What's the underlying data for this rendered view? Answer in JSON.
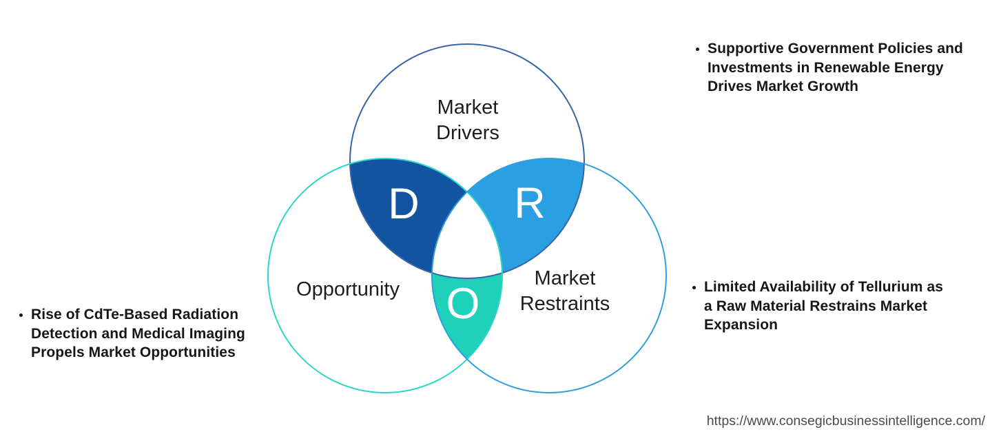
{
  "venn": {
    "drivers_label": "Market\nDrivers",
    "opportunity_label": "Opportunity",
    "restraints_label": "Market\nRestraints",
    "drivers_letter": "D",
    "restraints_letter": "R",
    "opportunity_letter": "O"
  },
  "bullets": {
    "drivers": "Supportive Government Policies and\nInvestments in Renewable Energy\nDrives Market Growth",
    "restraints": "Limited Availability of Tellurium as\na Raw Material Restrains Market\nExpansion",
    "opportunity": "Rise of CdTe-Based Radiation\nDetection and Medical Imaging\nPropels Market Opportunities"
  },
  "footer": {
    "url": "https://www.consegicbusinessintelligence.com/"
  },
  "colors": {
    "drivers_overlap_fill": "#1254A0",
    "restraints_overlap_fill": "#2A9FE1",
    "opportunity_overlap_fill": "#1FD0BB",
    "drivers_outline": "#3464A9",
    "opportunity_outline": "#2CD5C5",
    "restraints_outline": "#2D9EE0",
    "letter_color": "#ffffff",
    "text_color": "#161616",
    "url_color": "#4a4a4a",
    "background": "#ffffff"
  }
}
